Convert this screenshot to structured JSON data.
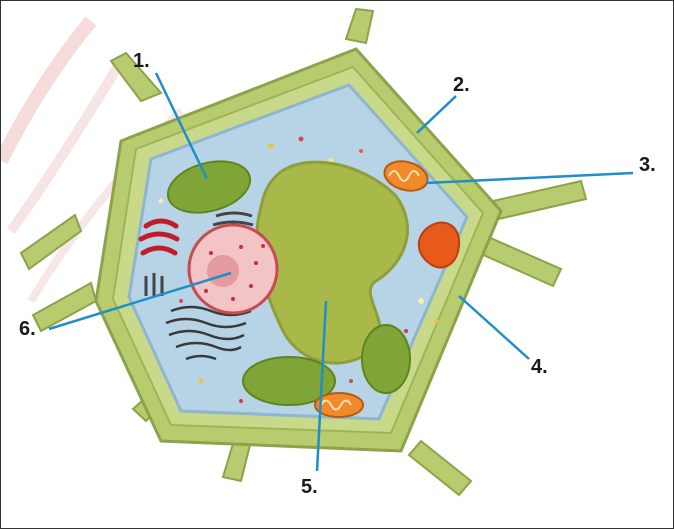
{
  "labels": {
    "l1": "1.",
    "l2": "2.",
    "l3": "3.",
    "l4": "4.",
    "l5": "5.",
    "l6": "6."
  },
  "colors": {
    "wall": "#b7cc6e",
    "wall_dark": "#8da24a",
    "cytoplasm": "#b7d3e6",
    "vacuole": "#a8b94a",
    "chloroplast": "#7fa536",
    "nucleus": "#f2c4c6",
    "mitochondria": "#f08a2a",
    "leader": "#1e8fc8",
    "watermark": "#f3dcdc"
  }
}
